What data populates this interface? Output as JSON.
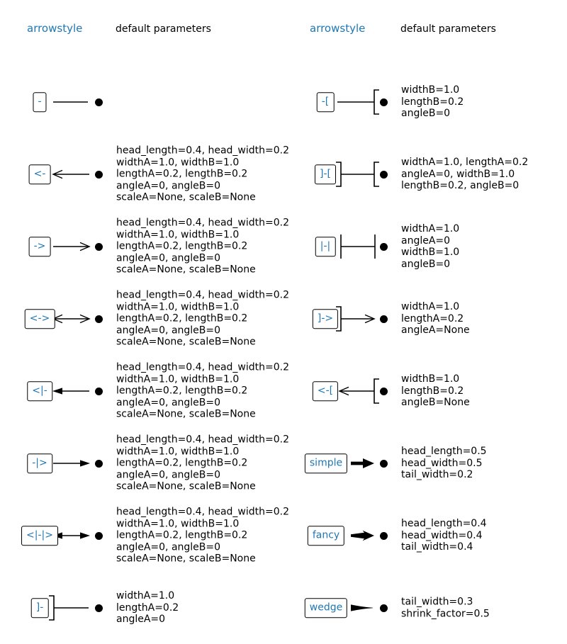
{
  "headers": {
    "left": {
      "arrowstyle": "arrowstyle",
      "params": "default parameters"
    },
    "right": {
      "arrowstyle": "arrowstyle",
      "params": "default parameters"
    }
  },
  "accent_color": "#1f77b4",
  "columns": {
    "left": {
      "rows": [
        {
          "label": "-",
          "params": ""
        },
        {
          "label": "<-",
          "params": "head_length=0.4, head_width=0.2\nwidthA=1.0, widthB=1.0\nlengthA=0.2, lengthB=0.2\nangleA=0, angleB=0\nscaleA=None, scaleB=None"
        },
        {
          "label": "->",
          "params": "head_length=0.4, head_width=0.2\nwidthA=1.0, widthB=1.0\nlengthA=0.2, lengthB=0.2\nangleA=0, angleB=0\nscaleA=None, scaleB=None"
        },
        {
          "label": "<->",
          "params": "head_length=0.4, head_width=0.2\nwidthA=1.0, widthB=1.0\nlengthA=0.2, lengthB=0.2\nangleA=0, angleB=0\nscaleA=None, scaleB=None"
        },
        {
          "label": "<|-",
          "params": "head_length=0.4, head_width=0.2\nwidthA=1.0, widthB=1.0\nlengthA=0.2, lengthB=0.2\nangleA=0, angleB=0\nscaleA=None, scaleB=None"
        },
        {
          "label": "-|>",
          "params": "head_length=0.4, head_width=0.2\nwidthA=1.0, widthB=1.0\nlengthA=0.2, lengthB=0.2\nangleA=0, angleB=0\nscaleA=None, scaleB=None"
        },
        {
          "label": "<|-|>",
          "params": "head_length=0.4, head_width=0.2\nwidthA=1.0, widthB=1.0\nlengthA=0.2, lengthB=0.2\nangleA=0, angleB=0\nscaleA=None, scaleB=None"
        },
        {
          "label": "]-",
          "params": "widthA=1.0\nlengthA=0.2\nangleA=0"
        }
      ]
    },
    "right": {
      "rows": [
        {
          "label": "-[",
          "params": "widthB=1.0\nlengthB=0.2\nangleB=0"
        },
        {
          "label": "]-[",
          "params": "widthA=1.0, lengthA=0.2\nangleA=0, widthB=1.0\nlengthB=0.2, angleB=0"
        },
        {
          "label": "|-|",
          "params": "widthA=1.0\nangleA=0\nwidthB=1.0\nangleB=0"
        },
        {
          "label": "]->",
          "params": "widthA=1.0\nlengthA=0.2\nangleA=None"
        },
        {
          "label": "<-[",
          "params": "widthB=1.0\nlengthB=0.2\nangleB=None"
        },
        {
          "label": "simple",
          "params": "head_length=0.5\nhead_width=0.5\ntail_width=0.2"
        },
        {
          "label": "fancy",
          "params": "head_length=0.4\nhead_width=0.4\ntail_width=0.4"
        },
        {
          "label": "wedge",
          "params": "tail_width=0.3\nshrink_factor=0.5"
        }
      ]
    }
  }
}
